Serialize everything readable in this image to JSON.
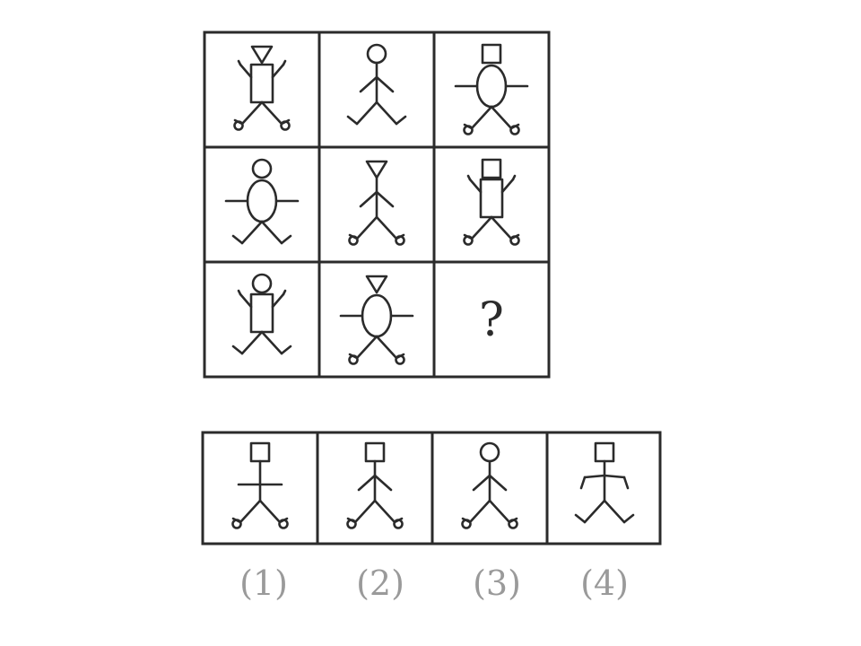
{
  "puzzle": {
    "question_mark": "?",
    "grid": [
      {
        "head": "triangle",
        "body": "rect",
        "arms": "up",
        "legs": "circle-feet"
      },
      {
        "head": "circle",
        "body": "none",
        "arms": "down",
        "legs": "plain"
      },
      {
        "head": "square",
        "body": "oval",
        "arms": "straight",
        "legs": "circle-feet"
      },
      {
        "head": "circle",
        "body": "oval",
        "arms": "straight",
        "legs": "plain"
      },
      {
        "head": "triangle",
        "body": "none",
        "arms": "down",
        "legs": "circle-feet"
      },
      {
        "head": "square",
        "body": "rect",
        "arms": "up",
        "legs": "circle-feet"
      },
      {
        "head": "circle",
        "body": "rect",
        "arms": "up",
        "legs": "plain"
      },
      {
        "head": "triangle",
        "body": "oval",
        "arms": "straight",
        "legs": "circle-feet"
      },
      {
        "unknown": true
      }
    ]
  },
  "options": [
    {
      "label": "(1)",
      "head": "square",
      "body": "none",
      "arms": "straight",
      "legs": "circle-feet"
    },
    {
      "label": "(2)",
      "head": "square",
      "body": "none",
      "arms": "down",
      "legs": "circle-feet"
    },
    {
      "label": "(3)",
      "head": "circle",
      "body": "none",
      "arms": "down",
      "legs": "circle-feet"
    },
    {
      "label": "(4)",
      "head": "square",
      "body": "none",
      "arms": "bent",
      "legs": "plain"
    }
  ]
}
